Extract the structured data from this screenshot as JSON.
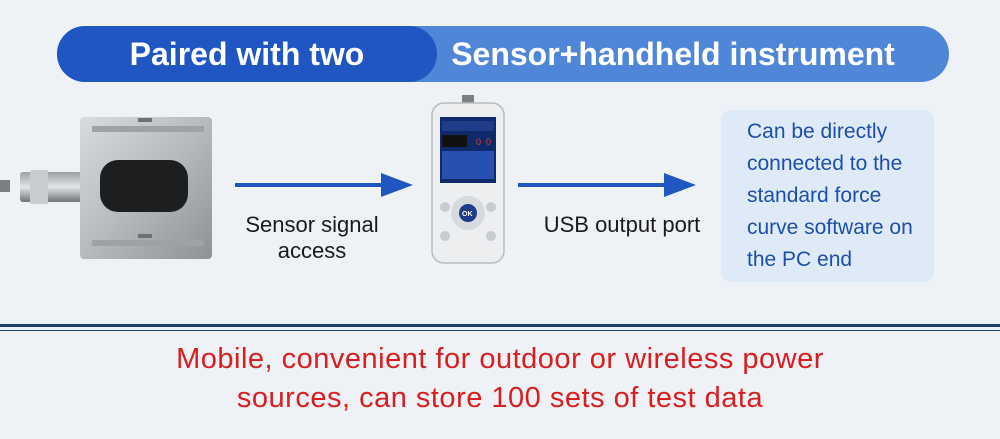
{
  "banner": {
    "left_text": "Paired with two",
    "right_text": "Sensor+handheld instrument"
  },
  "flow": {
    "sensor_label": "Sensor signal access",
    "usb_label": "USB output port",
    "info_text": "Can be directly connected to the standard force curve software on the PC end",
    "device_screen": {
      "readout_left": "0",
      "readout_right": "0",
      "ok_label": "OK"
    }
  },
  "footer": {
    "line1": "Mobile, convenient for outdoor or wireless power",
    "line2": "sources, can store 100 sets of test data"
  },
  "colors": {
    "banner_dark": "#1f56c2",
    "banner_light": "#4f86d8",
    "arrow": "#1f56c2",
    "info_text": "#1d4fa8",
    "footer_text": "#d81e1e"
  }
}
